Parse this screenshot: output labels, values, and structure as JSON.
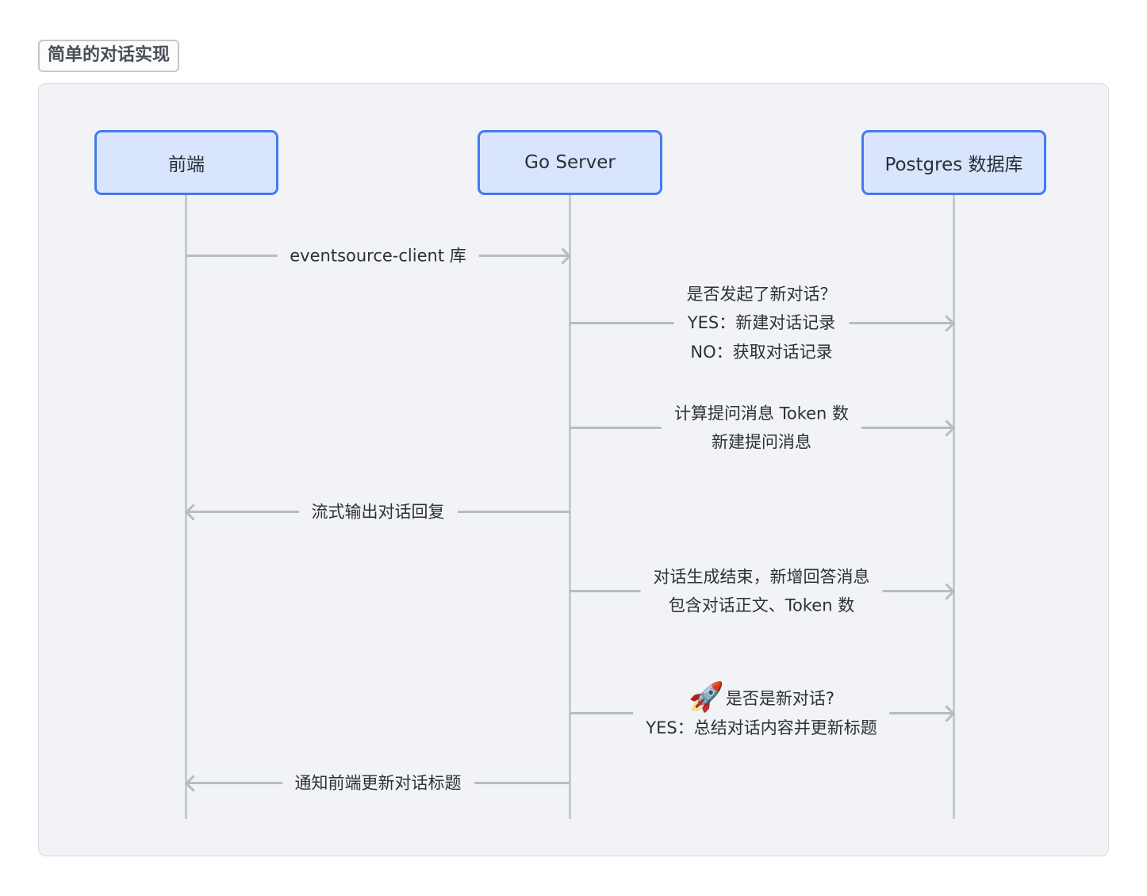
{
  "title": "简单的对话实现",
  "actors": [
    {
      "id": "frontend",
      "label": "前端"
    },
    {
      "id": "go-server",
      "label": "Go Server"
    },
    {
      "id": "postgres",
      "label": "Postgres 数据库"
    }
  ],
  "messages": [
    {
      "from": "frontend",
      "to": "go-server",
      "direction": "right",
      "lines": [
        "eventsource-client 库"
      ]
    },
    {
      "from": "go-server",
      "to": "postgres",
      "direction": "right",
      "lines": [
        "是否发起了新对话？",
        "YES：新建对话记录",
        "NO：获取对话记录"
      ]
    },
    {
      "from": "go-server",
      "to": "postgres",
      "direction": "right",
      "lines": [
        "计算提问消息 Token 数",
        "新建提问消息"
      ]
    },
    {
      "from": "go-server",
      "to": "frontend",
      "direction": "left",
      "lines": [
        "流式输出对话回复"
      ]
    },
    {
      "from": "go-server",
      "to": "postgres",
      "direction": "right",
      "lines": [
        "对话生成结束，新增回答消息",
        "包含对话正文、Token 数"
      ]
    },
    {
      "from": "go-server",
      "to": "postgres",
      "direction": "right",
      "emoji": "🚀",
      "lines": [
        "是否是新对话?",
        "YES：总结对话内容并更新标题"
      ]
    },
    {
      "from": "go-server",
      "to": "frontend",
      "direction": "left",
      "lines": [
        "通知前端更新对话标题"
      ]
    }
  ],
  "colors": {
    "panel_background": "#f1f3f6",
    "actor_fill": "#d9e5fc",
    "actor_border": "#4678f0",
    "line": "#b7bbc2"
  }
}
